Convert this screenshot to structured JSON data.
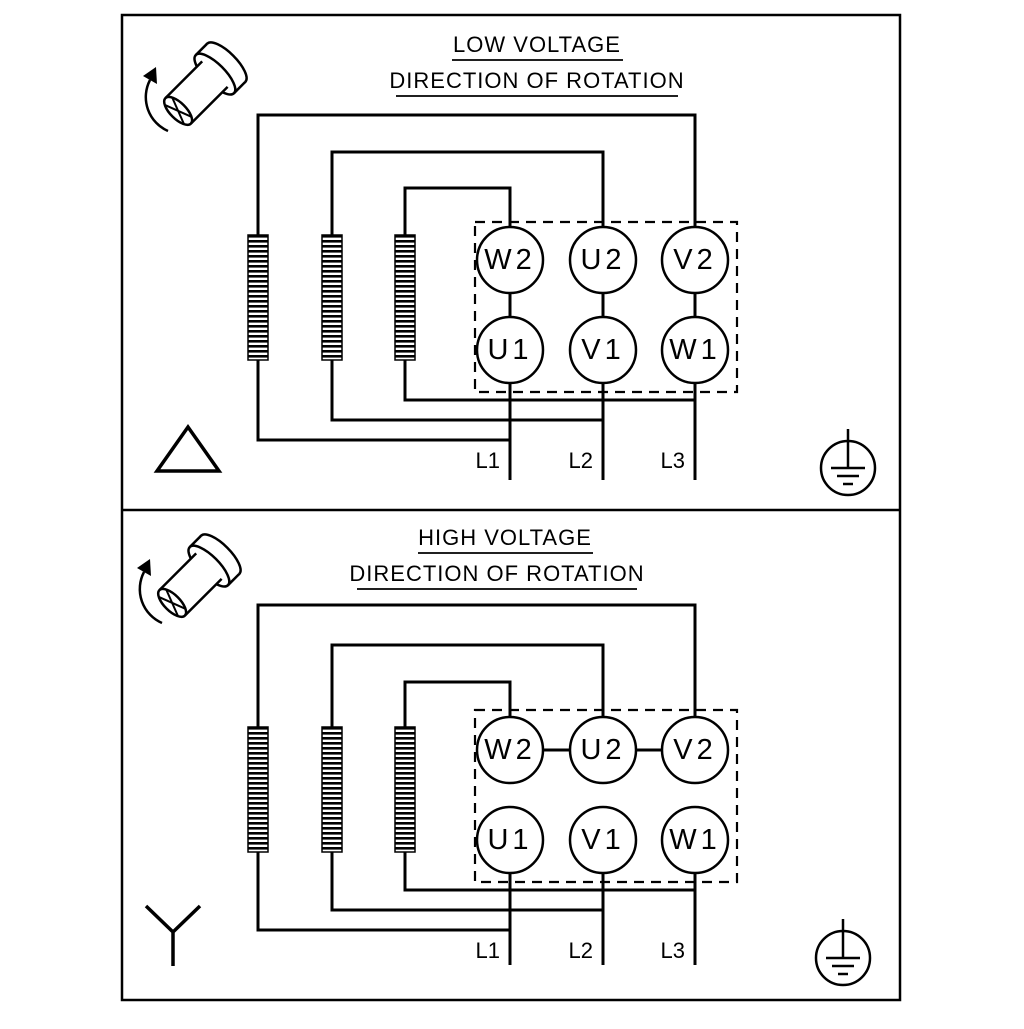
{
  "colors": {
    "line": "#000000",
    "background": "#ffffff"
  },
  "icons": {
    "motor_rotation": "motor-shaft-with-rotation-arrow",
    "earth": "protective-earth-ground",
    "delta": "delta-connection-triangle",
    "star": "star-connection-wye"
  },
  "panels": [
    {
      "name": "low-voltage",
      "title": "LOW VOLTAGE",
      "subtitle": "DIRECTION OF ROTATION",
      "connection_symbol": "delta",
      "terminals_top": [
        "W2",
        "U2",
        "V2"
      ],
      "terminals_bottom": [
        "U1",
        "V1",
        "W1"
      ],
      "supply_lines": [
        "L1",
        "L2",
        "L3"
      ]
    },
    {
      "name": "high-voltage",
      "title": "HIGH VOLTAGE",
      "subtitle": "DIRECTION OF ROTATION",
      "connection_symbol": "star",
      "terminals_top": [
        "W2",
        "U2",
        "V2"
      ],
      "terminals_bottom": [
        "U1",
        "V1",
        "W1"
      ],
      "supply_lines": [
        "L1",
        "L2",
        "L3"
      ]
    }
  ]
}
